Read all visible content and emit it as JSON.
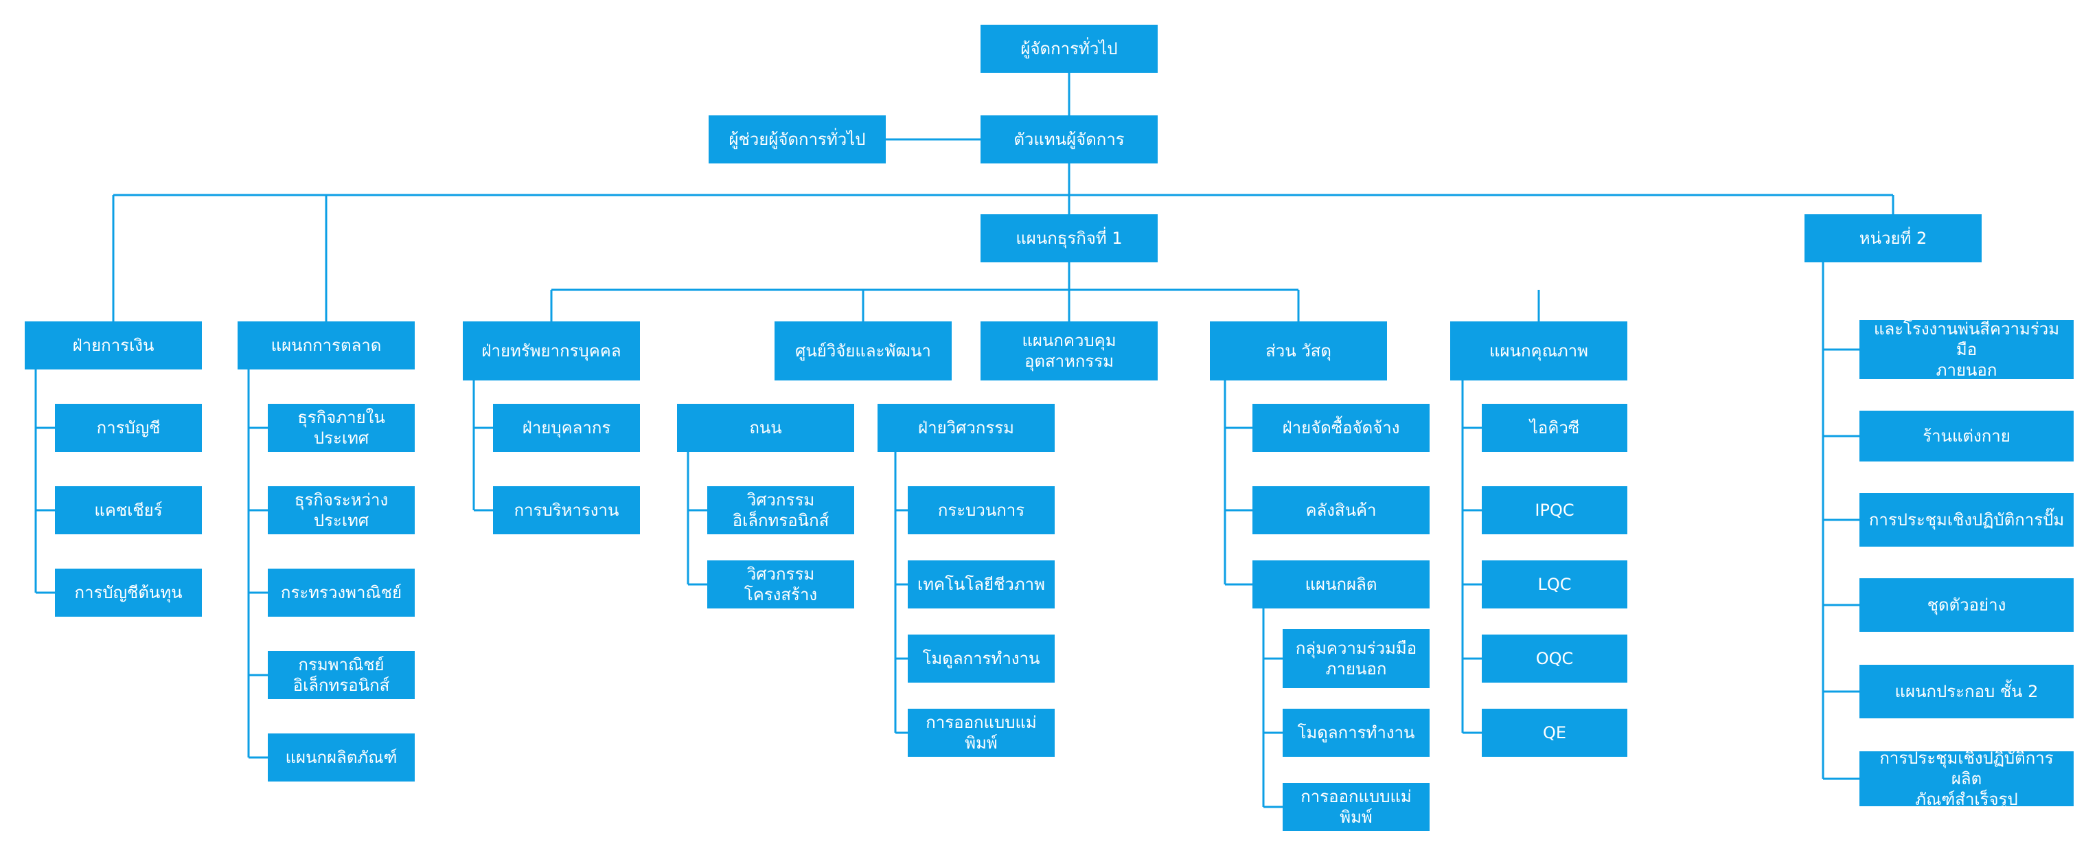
{
  "colors": {
    "box": "#0d9fe5",
    "text": "#ffffff",
    "line": "#0d9fe5"
  },
  "org": {
    "general_manager": "ผู้จัดการทั่วไป",
    "assistant_gm": "ผู้ช่วยผู้จัดการทั่วไป",
    "deputy_manager": "ตัวแทนผู้จัดการ",
    "business_dept_1": "แผนกธุรกิจที่ 1",
    "unit_2": "หน่วยที่ 2",
    "finance": {
      "name": "ฝ่ายการเงิน",
      "children": [
        "การบัญชี",
        "แคชเชียร์",
        "การบัญชีต้นทุน"
      ]
    },
    "marketing": {
      "name": "แผนกการตลาด",
      "children": [
        "ธุรกิจภายใน\nประเทศ",
        "ธุรกิจระหว่าง\nประเทศ",
        "กระทรวงพาณิชย์",
        "กรมพาณิชย์\nอิเล็กทรอนิกส์",
        "แผนกผลิตภัณฑ์"
      ]
    },
    "hr": {
      "name": "ฝ่ายทรัพยากรบุคคล",
      "children": [
        "ฝ่ายบุคลากร",
        "การบริหารงาน"
      ]
    },
    "rnd": {
      "name": "ศูนย์วิจัยและพัฒนา",
      "road": {
        "name": "ถนน",
        "children": [
          "วิศวกรรม\nอิเล็กทรอนิกส์",
          "วิศวกรรม\nโครงสร้าง"
        ]
      },
      "engineering": {
        "name": "ฝ่ายวิศวกรรม",
        "children": [
          "กระบวนการ",
          "เทคโนโลยีชีวภาพ",
          "โมดูลการทำงาน",
          "การออกแบบแม่\nพิมพ์"
        ]
      }
    },
    "industrial_control": {
      "name": "แผนกควบคุม\nอุตสาหกรรม"
    },
    "materials": {
      "name": "ส่วน วัสดุ",
      "children": [
        "ฝ่ายจัดซื้อจัดจ้าง",
        "คลังสินค้า"
      ],
      "production": {
        "name": "แผนกผลิต",
        "children": [
          "กลุ่มความร่วมมือ\nภายนอก",
          "โมดูลการทำงาน",
          "การออกแบบแม่\nพิมพ์"
        ]
      }
    },
    "quality": {
      "name": "แผนกคุณภาพ",
      "children": [
        "ไอคิวซี",
        "IPQC",
        "LQC",
        "OQC",
        "QE"
      ]
    },
    "unit_2_children": [
      "และโรงงานพ่นสีความร่วมมือ\nภายนอก",
      "ร้านแต่งกาย",
      "การประชุมเชิงปฏิบัติการปั๊ม",
      "ชุดตัวอย่าง",
      "แผนกประกอบ ชั้น 2",
      "การประชุมเชิงปฏิบัติการผลิต\nภัณฑ์สำเร็จรูป"
    ]
  }
}
